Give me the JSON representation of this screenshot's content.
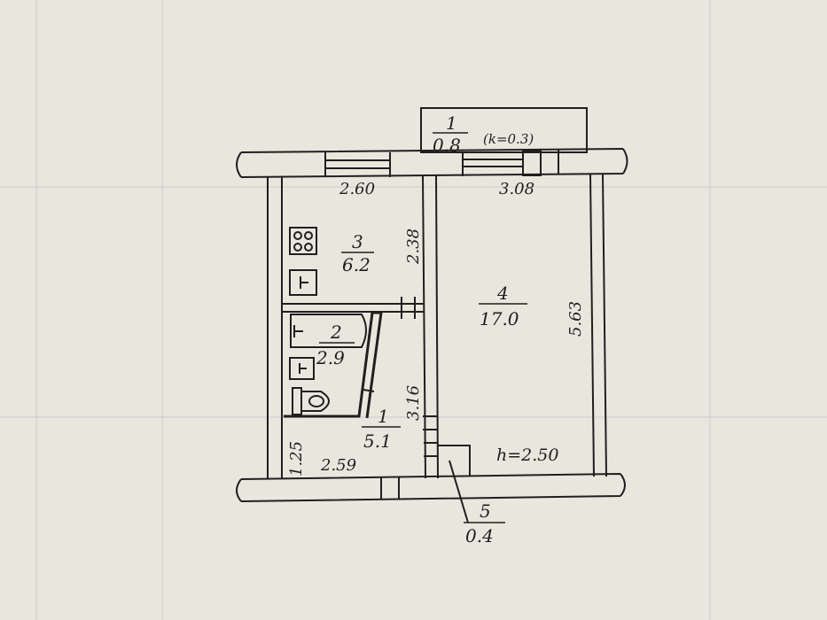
{
  "rooms": [
    {
      "number": "1",
      "area": "0.8",
      "note": "(k=0.3)"
    },
    {
      "number": "3",
      "area": "6.2"
    },
    {
      "number": "2",
      "area": "2.9"
    },
    {
      "number": "4",
      "area": "17.0"
    },
    {
      "number": "1",
      "area": "5.1"
    },
    {
      "number": "5",
      "area": "0.4"
    }
  ],
  "dimensions": {
    "kitchen_width": "2.60",
    "room_width": "3.08",
    "kitchen_depth": "2.38",
    "room_depth": "5.63",
    "hall_depth": "3.16",
    "hall_width": "2.59",
    "entry_depth": "1.25"
  },
  "ceiling_height": "h=2.50",
  "colors": {
    "ink": "#1f1f1f",
    "paper": "#e9e6dd"
  }
}
